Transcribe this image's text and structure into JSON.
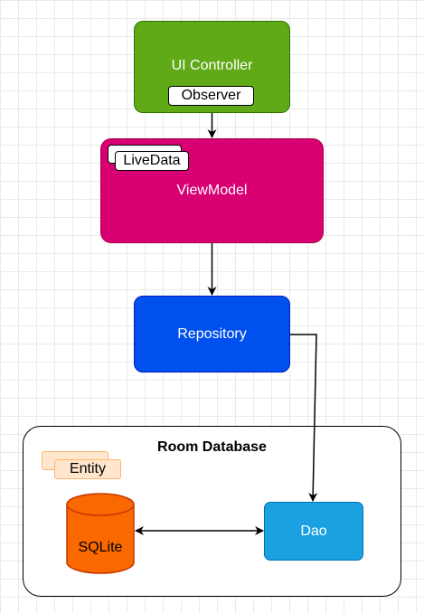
{
  "diagram": {
    "nodes": {
      "ui_controller": "UI Controller",
      "observer": "Observer",
      "viewmodel": "ViewModel",
      "livedata": "LiveData",
      "repository": "Repository",
      "room_database": "Room Database",
      "entity": "Entity",
      "sqlite": "SQLite",
      "dao": "Dao"
    },
    "colors": {
      "ui_controller_fill": "#60a917",
      "viewmodel_fill": "#d80073",
      "repository_fill": "#0050ef",
      "dao_fill": "#1ba1e2",
      "sqlite_fill": "#fa6800",
      "entity_fill": "#ffe6cc"
    },
    "edges": [
      {
        "from": "ui_controller",
        "to": "viewmodel"
      },
      {
        "from": "viewmodel",
        "to": "repository"
      },
      {
        "from": "repository",
        "to": "dao"
      },
      {
        "from": "sqlite",
        "to": "dao",
        "bidirectional": true
      }
    ]
  }
}
